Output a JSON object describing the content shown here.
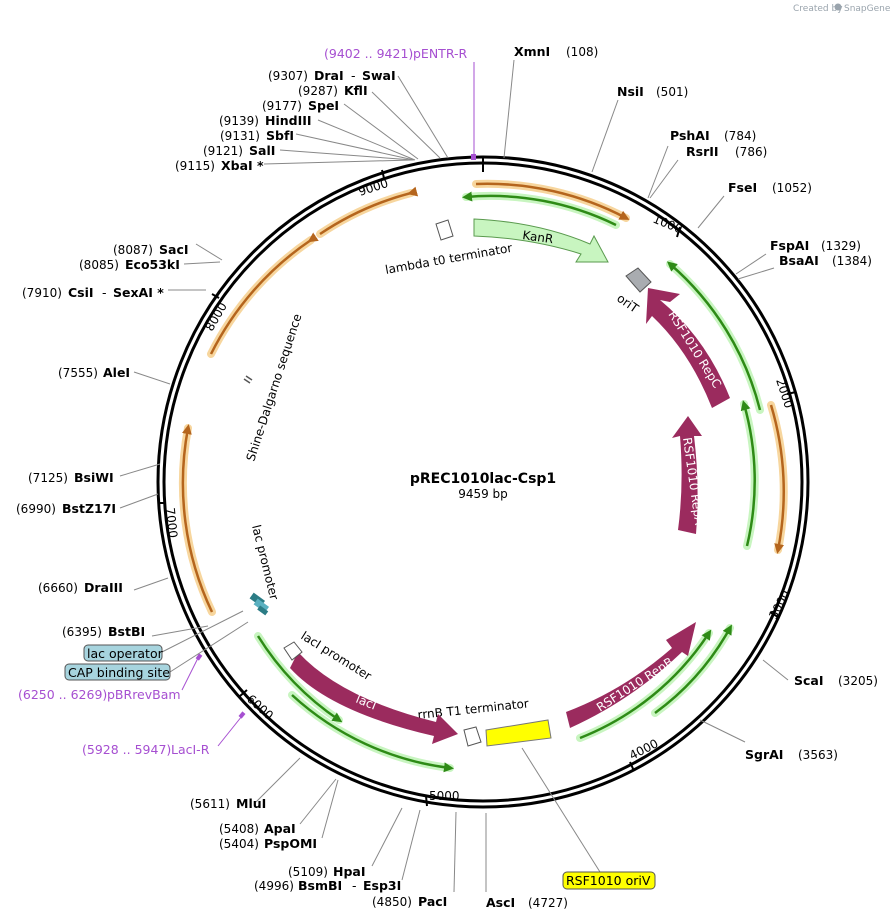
{
  "brand": {
    "created_by": "Created by",
    "name": "SnapGene"
  },
  "map": {
    "name": "pREC1010lac-Csp1",
    "size_label": "9459 bp",
    "length_bp": 9459
  },
  "ticks": [
    "1000",
    "2000",
    "3000",
    "4000",
    "5000",
    "6000",
    "7000",
    "8000",
    "9000"
  ],
  "enzymes": [
    {
      "name": "XmnI",
      "pos": "(108)"
    },
    {
      "name": "NsiI",
      "pos": "(501)"
    },
    {
      "name": "PshAI",
      "pos": "(784)"
    },
    {
      "name": "RsrII",
      "pos": "(786)"
    },
    {
      "name": "FseI",
      "pos": "(1052)"
    },
    {
      "name": "FspAI",
      "pos": "(1329)"
    },
    {
      "name": "BsaAI",
      "pos": "(1384)"
    },
    {
      "name": "ScaI",
      "pos": "(3205)"
    },
    {
      "name": "SgrAI",
      "pos": "(3563)"
    },
    {
      "name": "AscI",
      "pos": "(4727)"
    },
    {
      "name": "PacI",
      "pos": "(4850)"
    },
    {
      "name": "BsmBI",
      "name2": "Esp3I",
      "pos": "(4996)"
    },
    {
      "name": "HpaI",
      "pos": "(5109)"
    },
    {
      "name": "PspOMI",
      "pos": "(5404)"
    },
    {
      "name": "ApaI",
      "pos": "(5408)"
    },
    {
      "name": "MluI",
      "pos": "(5611)"
    },
    {
      "name": "BstBI",
      "pos": "(6395)"
    },
    {
      "name": "DraIII",
      "pos": "(6660)"
    },
    {
      "name": "BstZ17I",
      "pos": "(6990)"
    },
    {
      "name": "BsiWI",
      "pos": "(7125)"
    },
    {
      "name": "AleI",
      "pos": "(7555)"
    },
    {
      "name": "CsiI",
      "name2": "SexAI *",
      "pos": "(7910)"
    },
    {
      "name": "Eco53kI",
      "pos": "(8085)"
    },
    {
      "name": "SacI",
      "pos": "(8087)"
    },
    {
      "name": "XbaI *",
      "pos": "(9115)"
    },
    {
      "name": "SalI",
      "pos": "(9121)"
    },
    {
      "name": "SbfI",
      "pos": "(9131)"
    },
    {
      "name": "HindIII",
      "pos": "(9139)"
    },
    {
      "name": "SpeI",
      "pos": "(9177)"
    },
    {
      "name": "KflI",
      "pos": "(9287)"
    },
    {
      "name": "DraI",
      "name2": "SwaI",
      "pos": "(9307)"
    }
  ],
  "primers": [
    {
      "range": "(9402 .. 9421)",
      "name": "pENTR-R"
    },
    {
      "range": "(6250 .. 6269)",
      "name": "pBRrevBam"
    },
    {
      "range": "(5928 .. 5947)",
      "name": "LacI-R"
    }
  ],
  "boxed_features": [
    {
      "label": "lac operator"
    },
    {
      "label": "CAP binding site"
    },
    {
      "label": "RSF1010 oriV"
    }
  ],
  "features": {
    "kanr": "KanR",
    "orit": "oriT",
    "repc": "RSF1010 RepC",
    "repa": "RSF1010 RepA",
    "repb": "RSF1010 RepB",
    "laci": "lacI",
    "laci_promoter": "lacI promoter",
    "rrnb": "rrnB T1 terminator",
    "lambda": "lambda t0 terminator",
    "shine": "Shine-Dalgarno sequence",
    "lac_promoter": "lac promoter"
  },
  "colors": {
    "cds": "#9b2b5e",
    "green_orf": "#2e8b16",
    "orange_orf": "#b5651d",
    "kanr_fill": "#c8f5c0",
    "oriv_fill": "#ffff00",
    "boxed_fill": "#a7d4de",
    "primer": "#a64fd1"
  }
}
